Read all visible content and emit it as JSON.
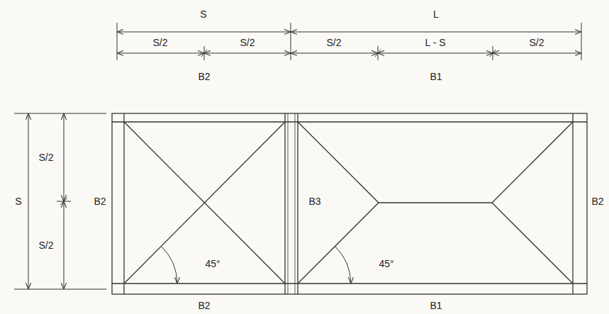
{
  "diagram": {
    "labels": [
      "S",
      "L",
      "S/2",
      "S/2",
      "S/2",
      "L - S",
      "S/2",
      "B2",
      "B1",
      "S/2",
      "S",
      "S/2",
      "B2",
      "B3",
      "B2",
      "45°",
      "45°",
      "B2",
      "B1"
    ]
  }
}
